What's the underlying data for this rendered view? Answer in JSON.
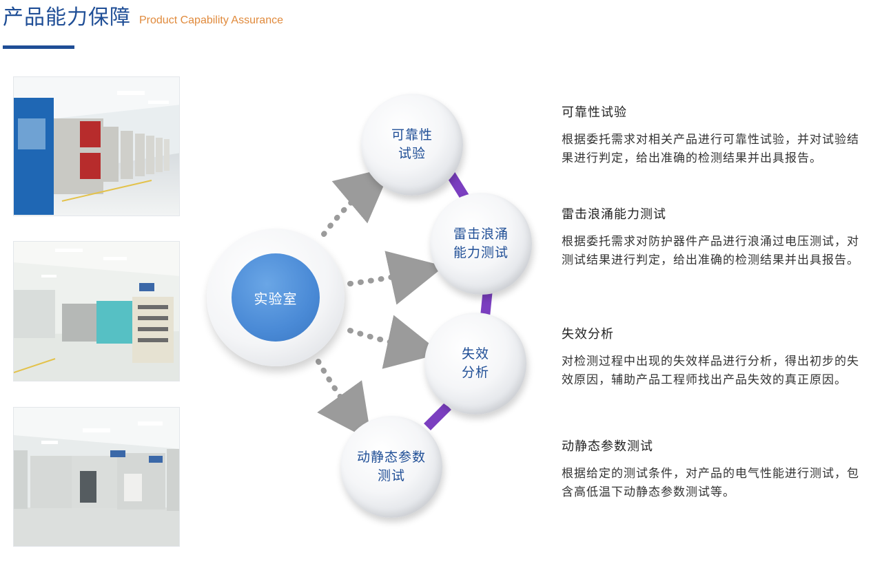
{
  "header": {
    "title": "产品能力保障",
    "subtitle": "Product Capability Assurance"
  },
  "colors": {
    "brand_blue": "#1f4e96",
    "accent_orange": "#e08a3c",
    "hub_blue": "#4a8ad6",
    "link_purple": "#7b3fc0",
    "arrow_gray": "#9b9b9b"
  },
  "diagram": {
    "center": "实验室",
    "nodes": [
      {
        "label": "可靠性\n试验"
      },
      {
        "label": "雷击浪涌\n能力测试"
      },
      {
        "label": "失效\n分析"
      },
      {
        "label": "动静态参数\n测试"
      }
    ]
  },
  "sections": [
    {
      "title": "可靠性试验",
      "body": "根据委托需求对相关产品进行可靠性试验，并对试验结果进行判定，给出准确的检测结果并出具报告。"
    },
    {
      "title": "雷击浪涌能力测试",
      "body": "根据委托需求对防护器件产品进行浪涌过电压测试，对测试结果进行判定，给出准确的检测结果并出具报告。"
    },
    {
      "title": "失效分析",
      "body": "对检测过程中出现的失效样品进行分析，得出初步的失效原因，辅助产品工程师找出产品失效的真正原因。"
    },
    {
      "title": "动静态参数测试",
      "body": "根据给定的测试条件，对产品的电气性能进行测试，包含高低温下动静态参数测试等。"
    }
  ]
}
